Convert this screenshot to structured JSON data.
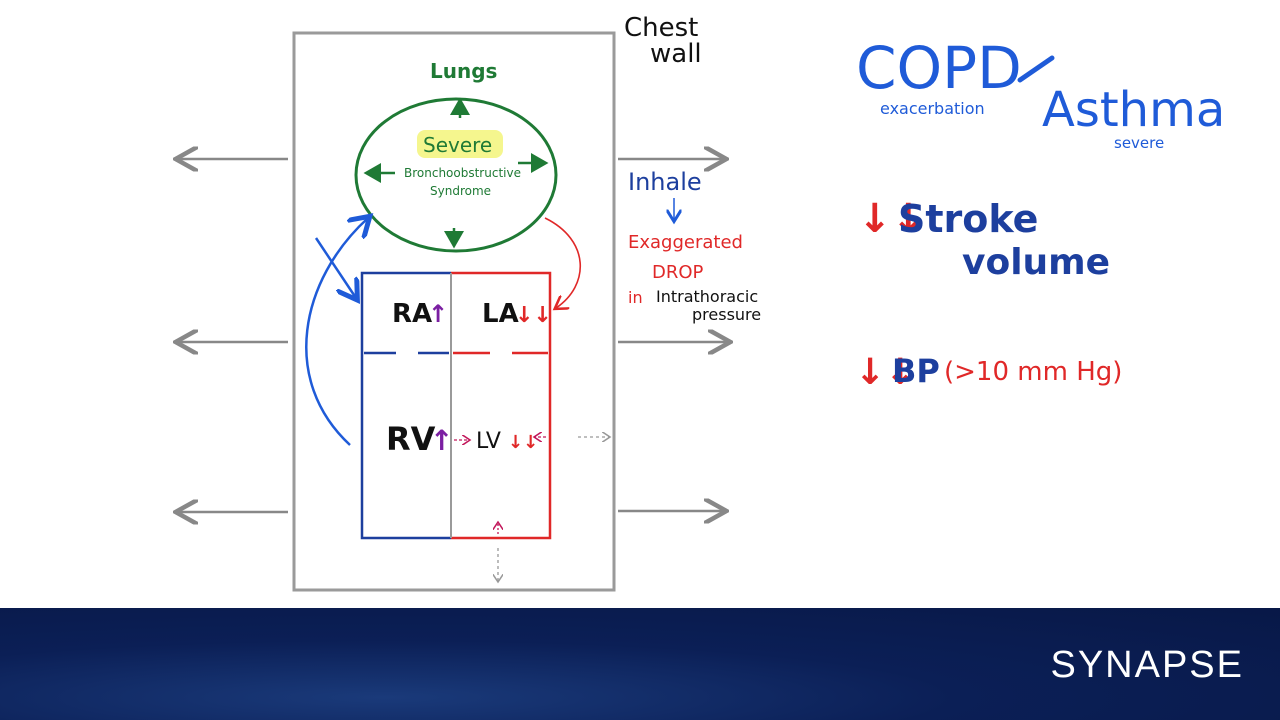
{
  "diagram": {
    "chest_wall_line1": "Chest",
    "chest_wall_line2": "wall",
    "lungs": "Lungs",
    "severe_label": "Severe",
    "broncho_line1": "Bronchoobstructive",
    "broncho_line2": "Syndrome",
    "ra": "RA",
    "la": "LA",
    "rv": "RV",
    "lv": "LV",
    "inhale": "Inhale",
    "exaggerated": "Exaggerated",
    "drop": "DROP",
    "in_word": "in",
    "intrathoracic": "Intrathoracic",
    "pressure": "pressure"
  },
  "notes": {
    "copd": "COPD",
    "exacerbation": "exacerbation",
    "asthma": "Asthma",
    "severe_sub": "severe",
    "stroke": "Stroke",
    "volume": "volume",
    "bp": "BP",
    "bp_detail": "(>10 mm Hg)"
  },
  "footer": {
    "brand": "SYNAPSE"
  },
  "colors": {
    "blue": "#1f5bd8",
    "red": "#e02828",
    "green": "#1f7a35",
    "banner": "#0b1f56"
  }
}
